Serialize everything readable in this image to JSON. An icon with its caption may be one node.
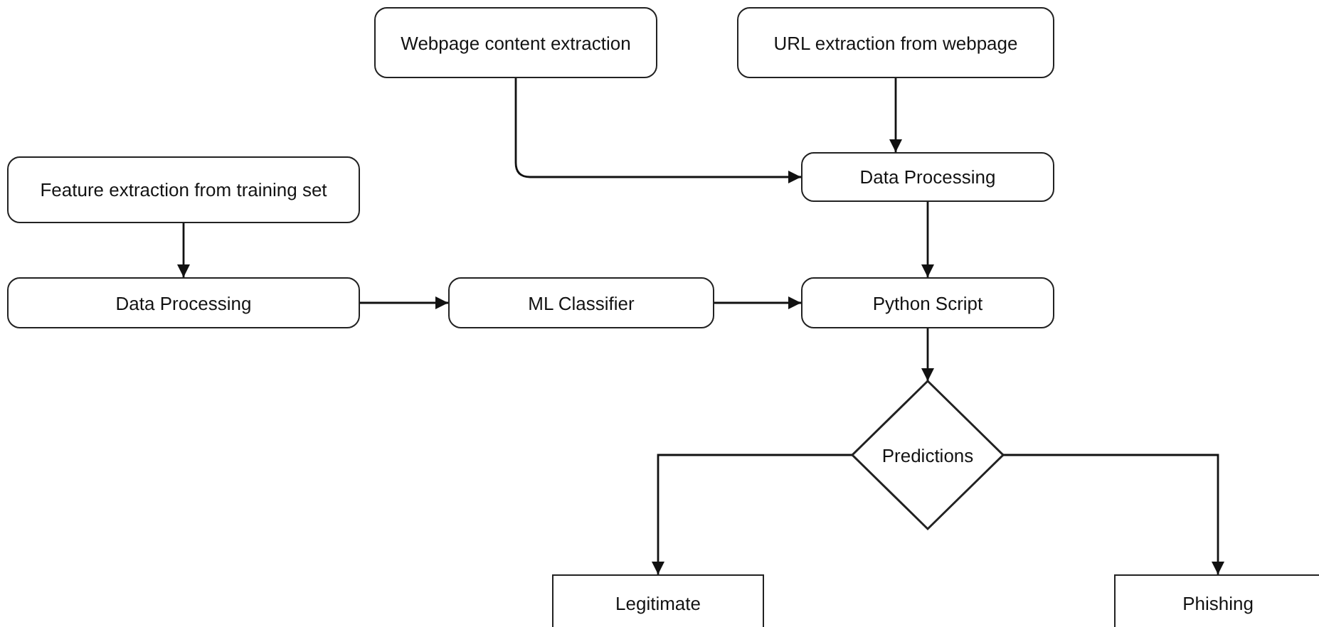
{
  "diagram": {
    "nodes": [
      {
        "text": [
          "Webpage content extraction"
        ]
      },
      {
        "text": [
          "URL extraction from webpage"
        ]
      },
      {
        "text": [
          "Feature extraction from training set"
        ]
      },
      {
        "text": [
          "Data Processing"
        ]
      },
      {
        "text": [
          "Data Processing"
        ]
      },
      {
        "text": [
          "ML Classifier"
        ]
      },
      {
        "text": [
          "Python Script"
        ]
      },
      {
        "text": [
          "Predictions"
        ]
      },
      {
        "text": [
          "Legitimate"
        ]
      },
      {
        "text": [
          "Phishing"
        ]
      }
    ],
    "edges": [
      {
        "from": 0,
        "to": 3,
        "arrow": "to"
      },
      {
        "from": 1,
        "to": 3,
        "arrow": "to"
      },
      {
        "from": 2,
        "to": 4,
        "arrow": "to"
      },
      {
        "from": 3,
        "to": 6,
        "arrow": "to"
      },
      {
        "from": 4,
        "to": 5,
        "arrow": "to"
      },
      {
        "from": 5,
        "to": 6,
        "arrow": "to"
      },
      {
        "from": 6,
        "to": 7,
        "arrow": "to"
      },
      {
        "from": 7,
        "to": 8,
        "arrow": "to"
      },
      {
        "from": 7,
        "to": 9,
        "arrow": "to"
      }
    ]
  }
}
